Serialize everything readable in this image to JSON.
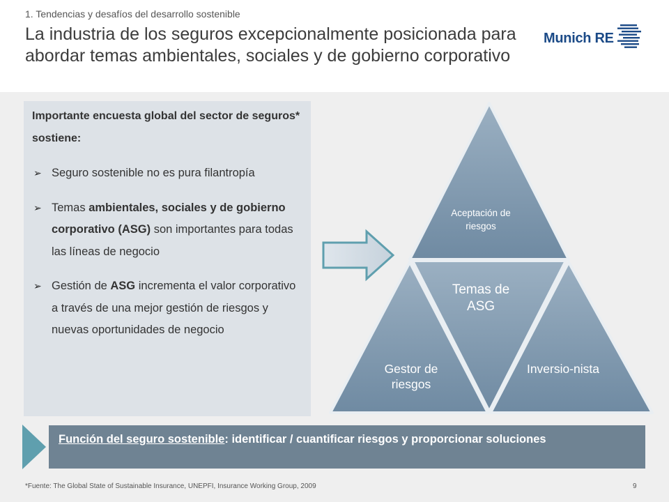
{
  "header": {
    "section": "1. Tendencias y desafíos del desarrollo sostenible",
    "title": "La industria de los seguros excepcionalmente posicionada para abordar temas ambientales, sociales y de gobierno corporativo",
    "logo_text": "Munich RE"
  },
  "left": {
    "heading": "Importante encuesta global del sector de seguros* sostiene:",
    "bullets": [
      {
        "plain1": "Seguro sostenible no es pura filantropía"
      },
      {
        "plain1": "Temas ",
        "bold1": "ambientales, sociales y de gobierno corporativo (ASG)",
        "plain2": " son importantes para todas las líneas de negocio"
      },
      {
        "plain1": "Gestión de ",
        "bold1": "ASG",
        "plain2": " incrementa el valor corporativo a través de una mejor gestión de riesgos y nuevas oportunidades de negocio"
      }
    ]
  },
  "triangle": {
    "top": "Aceptación de riesgos",
    "center": "Temas de ASG",
    "left": "Gestor de riesgos",
    "right": "Inversio-nista"
  },
  "bottom": {
    "underlined": "Función del seguro sostenible",
    "rest": ": identificar / cuantificar riesgos y proporcionar soluciones"
  },
  "footer": {
    "footnote": "*Fuente: The Global State of Sustainable Insurance, UNEPFI, Insurance Working Group, 2009",
    "page": "9"
  },
  "colors": {
    "triangle_fill": "#7d97ad",
    "bottom_bar": "#6f8393",
    "left_box": "#dde2e7",
    "logo_blue": "#1b4a87"
  }
}
